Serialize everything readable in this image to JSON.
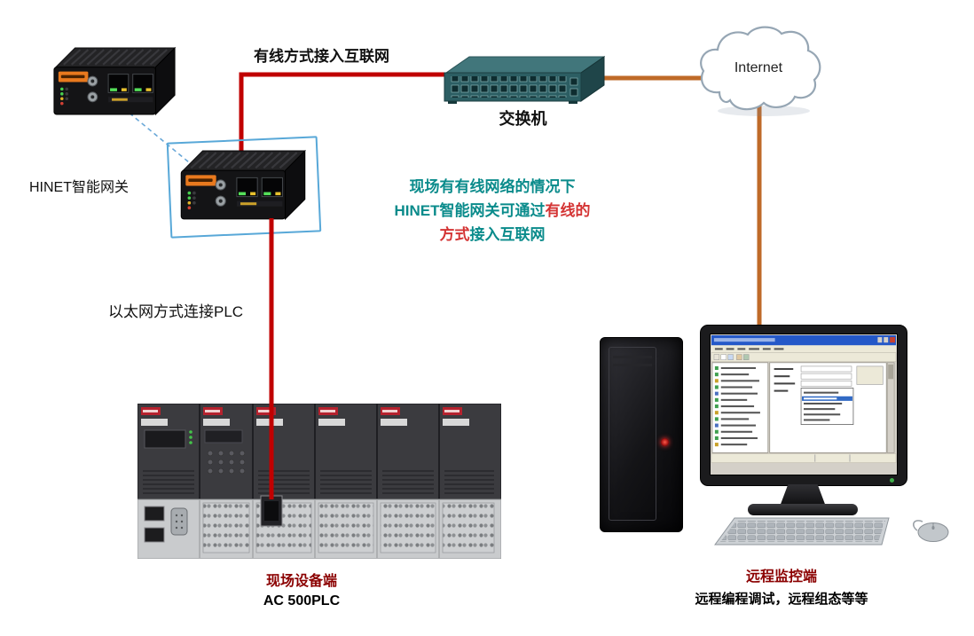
{
  "labels": {
    "gateway": "HINET智能网关",
    "wired_connection": "有线方式接入互联网",
    "switch": "交换机",
    "internet": "Internet",
    "ethernet_plc": "以太网方式连接PLC",
    "field_device": "现场设备端",
    "plc_model": "AC 500PLC",
    "remote_monitor": "远程监控端",
    "remote_description": "远程编程调试，远程组态等等"
  },
  "annotation": {
    "line1": "现场有有线网络的情况下",
    "line2_teal": "HINET智能网关可通过",
    "line2_red": "有线的",
    "line3_red": "方式",
    "line3_teal": "接入互联网"
  },
  "colors": {
    "line_red": "#c00000",
    "line_orange": "#bf6a28",
    "text_teal": "#0a8b8b",
    "text_red": "#d43434",
    "caption_red": "#8b0000",
    "highlight_blue": "#58a8d8"
  }
}
